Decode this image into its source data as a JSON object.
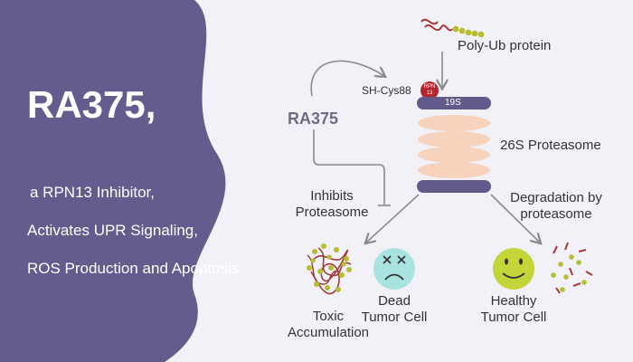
{
  "left_panel": {
    "title": "RA375,",
    "subtitle_lines": [
      "a RPN13 Inhibitor,",
      "Activates UPR Signaling,",
      "ROS Production and Apoptosis"
    ]
  },
  "diagram": {
    "polyub_label": "Poly-Ub protein",
    "ra375_label": "RA375",
    "sh_cys_label": "SH-Cys88",
    "rpn_label_top": "RPN",
    "rpn_label_bottom": "13",
    "s19_label": "19S",
    "proteasome_label": "26S Proteasome",
    "inhibits_line1": "Inhibits",
    "inhibits_line2": "Proteasome",
    "degradation_line1": "Degradation by",
    "degradation_line2": "proteasome",
    "toxic_line1": "Toxic",
    "toxic_line2": "Accumulation",
    "dead_line1": "Dead",
    "dead_line2": "Tumor Cell",
    "healthy_line1": "Healthy",
    "healthy_line2": "Tumor Cell",
    "colors": {
      "panel": "#645c8c",
      "background": "#f3f1f8",
      "proteasome_disc": "#f7d2bd",
      "cap": "#625a8a",
      "rpn13": "#b5252e",
      "dead_cell": "#a9e3df",
      "healthy_cell": "#c4d53a",
      "peptide_green": "#b5bf2e",
      "peptide_red": "#a33a3a",
      "arrow": "#8a8a8a"
    }
  }
}
